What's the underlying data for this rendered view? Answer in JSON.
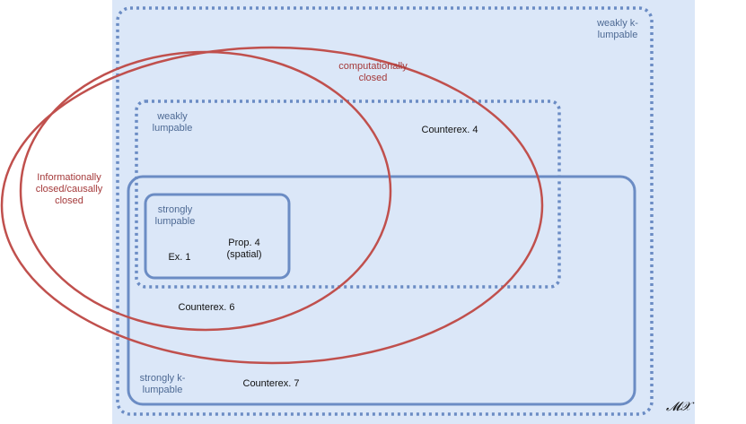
{
  "colors": {
    "background_region": "#dbe7f8",
    "blue_outline": "#6b8cc4",
    "red_outline": "#c0504d",
    "blue_text": "#4e6a94",
    "red_text": "#a4393a"
  },
  "labels": {
    "weakly_k_lumpable": "weakly k-lumpable",
    "computationally_closed": "computationally closed",
    "weakly_lumpable": "weakly lumpable",
    "counterex_4": "Counterex. 4",
    "informationally_closed": "Informationally closed/causally closed",
    "strongly_lumpable": "strongly lumpable",
    "prop_4": "Prop. 4 (spatial)",
    "ex_1": "Ex. 1",
    "counterex_6": "Counterex. 6",
    "strongly_k_lumpable": "strongly k-lumpable",
    "counterex_7": "Counterex. 7",
    "math_symbol": "𝓜𝒳"
  }
}
